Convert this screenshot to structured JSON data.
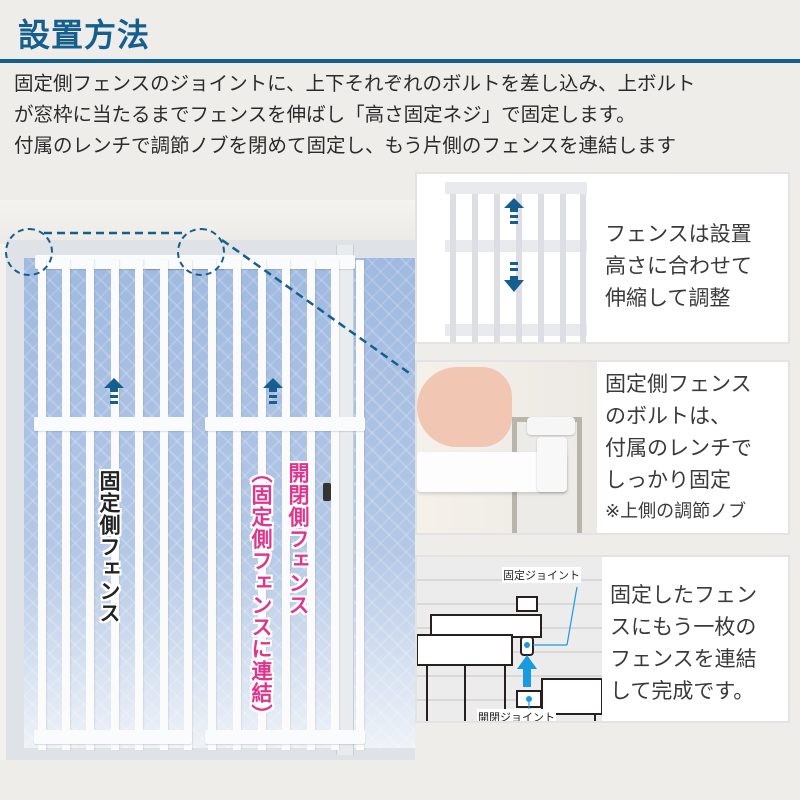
{
  "header": {
    "title": "設置方法",
    "accent_color": "#155f8f"
  },
  "intro": {
    "lines": [
      "固定側フェンスのジョイントに、上下それぞれのボルトを差し込み、上ボルト",
      "が窓枠に当たるまでフェンスを伸ばし「高さ固定ネジ」で固定します。",
      "付属のレンチで調節ノブを閉めて固定し、もう片側のフェンスを連結します"
    ]
  },
  "photo": {
    "label_fixed": "固定側フェンス",
    "label_open": "開閉側フェンス",
    "label_open_sub": "（固定側フェンスに連結）",
    "label_open_color": "#e0358e",
    "icons": [
      "up-arrow-icon",
      "up-arrow-icon",
      "dashed-circle-icon",
      "dashed-circle-icon"
    ]
  },
  "cards": [
    {
      "lines": [
        "フェンスは設置",
        "高さに合わせて",
        "伸縮して調整"
      ],
      "icons": [
        "up-arrow-icon",
        "down-arrow-icon"
      ]
    },
    {
      "lines": [
        "固定側フェンス",
        "のボルトは、",
        "付属のレンチで",
        "しっかり固定"
      ],
      "note": "※上側の調節ノブ"
    },
    {
      "lines": [
        "固定したフェン",
        "スにもう一枚の",
        "フェンスを連結",
        "して完成です。"
      ],
      "callout_top": "固定ジョイント",
      "callout_bottom": "開閉ジョイント",
      "arrow_color": "#1a9be0"
    }
  ]
}
